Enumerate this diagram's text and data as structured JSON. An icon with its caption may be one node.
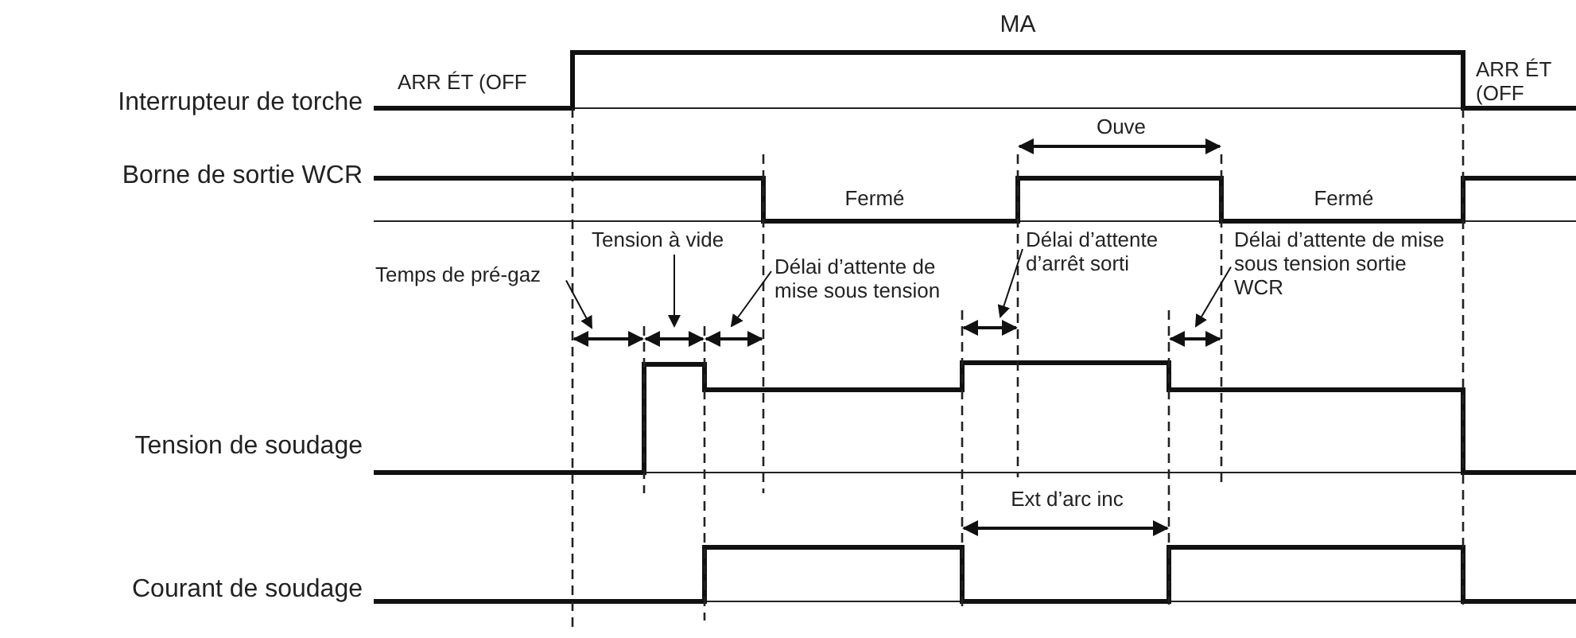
{
  "diagram": {
    "nodes": [
      {
        "text": [
          "Temps de pré-gaz"
        ]
      },
      {
        "text": [
          "Tension à vide"
        ]
      },
      {
        "text": [
          "Délai d’attente de mise sous tension"
        ]
      },
      {
        "text": [
          "Délai d’attente d’arrêt sorti"
        ]
      },
      {
        "text": [
          "Délai d’attente de mise sous tension sortie WCR"
        ]
      }
    ],
    "edges": [
      {
        "from": 0,
        "to": null,
        "arrow": "to"
      },
      {
        "from": 1,
        "to": null,
        "arrow": "to"
      },
      {
        "from": 2,
        "to": null,
        "arrow": "to"
      },
      {
        "from": 3,
        "to": null,
        "arrow": "to"
      },
      {
        "from": 4,
        "to": null,
        "arrow": "to"
      }
    ],
    "labels": [
      "MA",
      "ARR ÉT (OFF",
      "Interrupteur de torche",
      "Ouve",
      "ARR ÉT (OFF",
      "Borne de sortie WCR",
      "Fermé",
      "Fermé",
      "Tension de soudage",
      "Ext d’arc inc",
      "Courant de soudage"
    ]
  }
}
